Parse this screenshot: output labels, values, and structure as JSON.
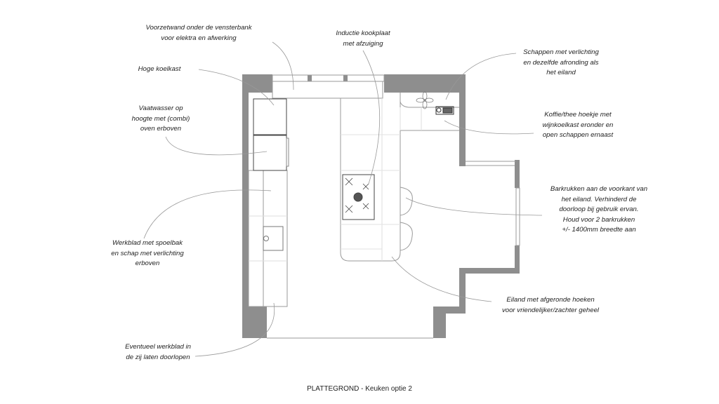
{
  "title": "PLATTEGROND - Keuken optie 2",
  "annotations": [
    {
      "id": "voorzetwand",
      "lines": [
        "Voorzetwand onder de vensterbank",
        "voor elektra en afwerking"
      ]
    },
    {
      "id": "inductie",
      "lines": [
        "Inductie kookplaat",
        "met afzuiging"
      ]
    },
    {
      "id": "koelkast",
      "lines": [
        "Hoge koelkast"
      ]
    },
    {
      "id": "vaatwasser",
      "lines": [
        "Vaatwasser op",
        "hoogte met (combi)",
        "oven erboven"
      ]
    },
    {
      "id": "werkblad",
      "lines": [
        "Werkblad met spoelbak",
        "en schap met verlichting",
        "erboven"
      ]
    },
    {
      "id": "eventueel",
      "lines": [
        "Eventueel werkblad in",
        "de zij laten doorlopen"
      ]
    },
    {
      "id": "schappen",
      "lines": [
        "Schappen met verlichting",
        "en dezelfde afronding als",
        "het eiland"
      ]
    },
    {
      "id": "koffie",
      "lines": [
        "Koffie/thee hoekje met",
        "wijnkoelkast eronder en",
        "open schappen ernaast"
      ]
    },
    {
      "id": "barkrukken",
      "lines": [
        "Barkrukken aan de voorkant van",
        "het eiland. Verhinderd de",
        "doorloop bij gebruik ervan.",
        "Houd voor 2 barkrukken",
        "+/- 1400mm breedte aan"
      ]
    },
    {
      "id": "eiland",
      "lines": [
        "Eiland met afgeronde hoeken",
        "voor vriendelijker/zachter geheel"
      ]
    }
  ],
  "colors": {
    "wall": "#8e8e8e",
    "line": "#9a9a9a",
    "dark": "#444444",
    "text": "#222222"
  }
}
